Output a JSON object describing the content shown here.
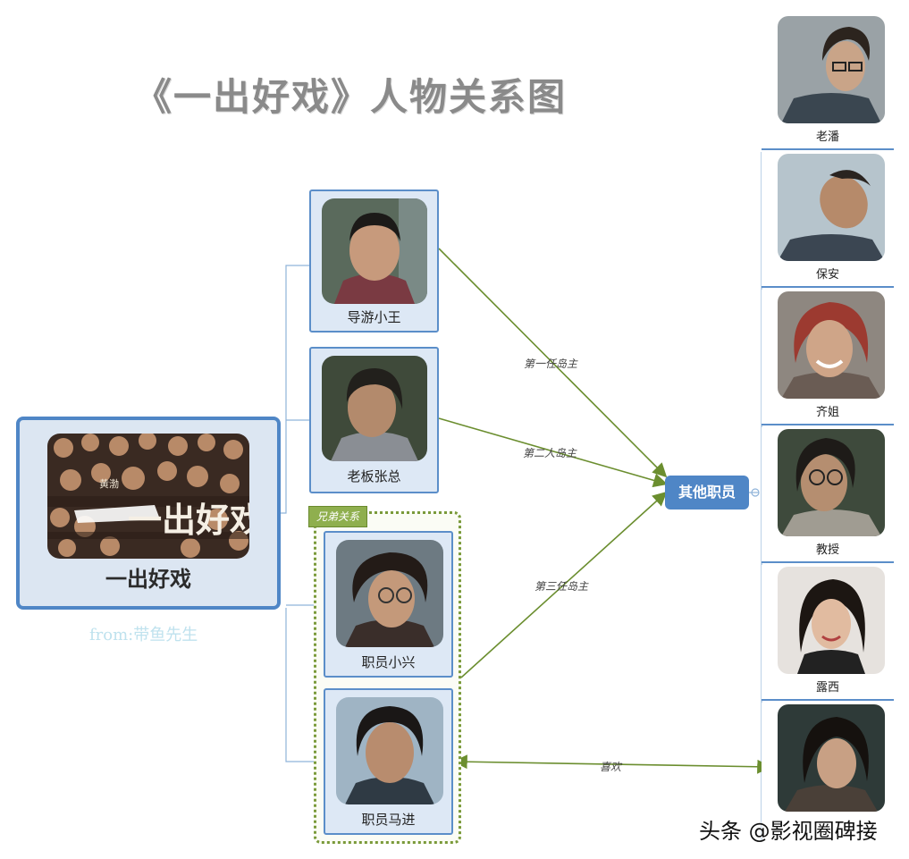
{
  "title": "《一出好戏》人物关系图",
  "root": {
    "label": "一出好戏",
    "poster_text": "一出好戏",
    "poster_small": "黄渤"
  },
  "source": "from:带鱼先生",
  "group_label": "兄弟关系",
  "main_characters": [
    {
      "id": "wang",
      "label": "导游小王"
    },
    {
      "id": "zhang",
      "label": "老板张总"
    },
    {
      "id": "xing",
      "label": "职员小兴"
    },
    {
      "id": "majin",
      "label": "职员马进"
    }
  ],
  "hub": {
    "label": "其他职员"
  },
  "relations": {
    "first_owner": "第一任岛主",
    "second_owner": "第二人岛主",
    "third_owner": "第三任岛主",
    "likes": "喜欢"
  },
  "other_staff": [
    {
      "label": "老潘"
    },
    {
      "label": "保安"
    },
    {
      "label": "齐姐"
    },
    {
      "label": "教授"
    },
    {
      "label": "露西"
    },
    {
      "label": ""
    }
  ],
  "watermark": "头条 @影视圈碑接",
  "colors": {
    "node_border": "#5b8ec9",
    "node_fill": "#dde8f5",
    "arrow": "#6b8e2f",
    "group_border": "#7a9a3a",
    "hub_fill": "#4f86c6"
  }
}
